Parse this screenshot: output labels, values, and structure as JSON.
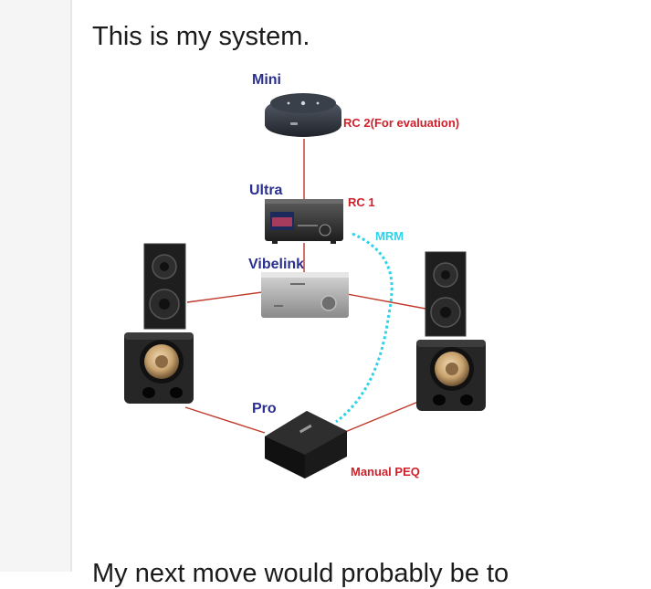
{
  "post": {
    "intro_text": "This is my system.",
    "next_paragraph": "My next move would probably be to"
  },
  "diagram": {
    "labels": {
      "mini": "Mini",
      "ultra": "Ultra",
      "vibelink": "Vibelink",
      "pro": "Pro",
      "rc2": "RC 2(For evaluation)",
      "rc1": "RC 1",
      "mrm": "MRM",
      "manual_peq": "Manual PEQ"
    },
    "colors": {
      "device_label": "#2b2f8f",
      "annotation": "#d0202a",
      "connection": "#c0392b",
      "wireless": "#2ed3ea"
    }
  }
}
